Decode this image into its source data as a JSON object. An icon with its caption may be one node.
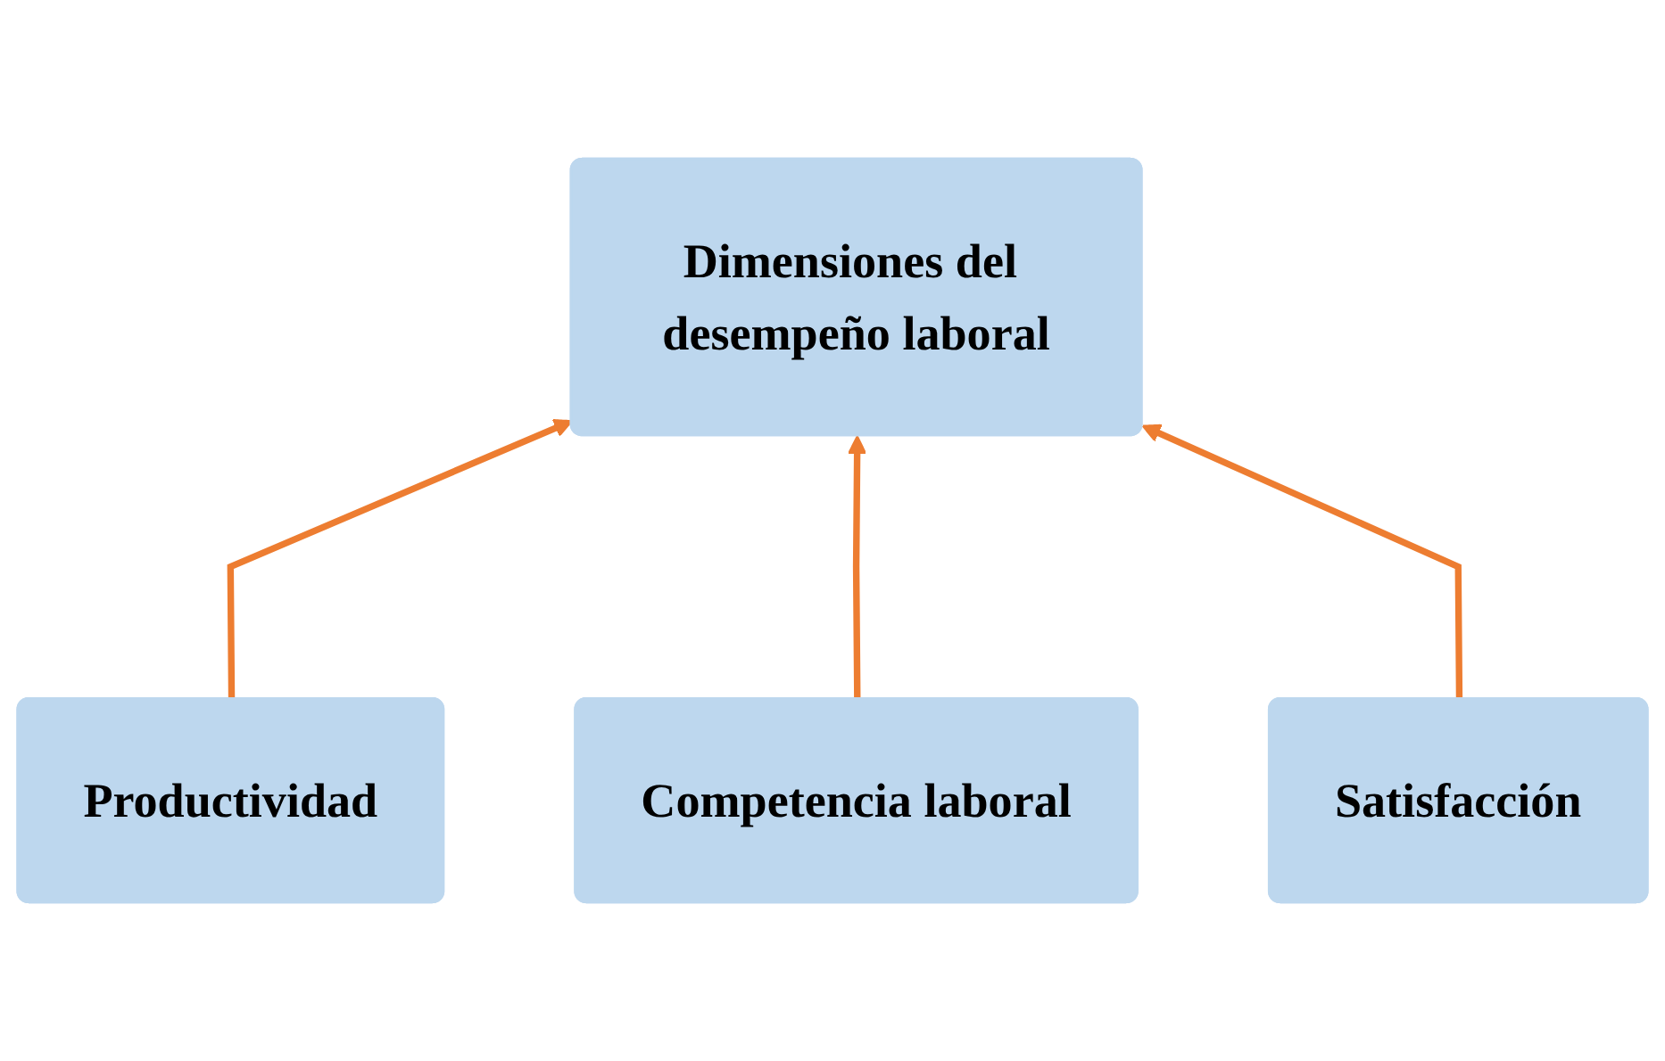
{
  "diagram": {
    "nodes": [
      {
        "text": [
          "Dimensiones del desempeño laboral"
        ]
      },
      {
        "text": [
          "Productividad"
        ]
      },
      {
        "text": [
          "Competencia laboral"
        ]
      },
      {
        "text": [
          "Satisfacción"
        ]
      }
    ],
    "edges": [
      {
        "from": 1,
        "to": 0,
        "arrow": "to"
      },
      {
        "from": 2,
        "to": 0,
        "arrow": "to"
      },
      {
        "from": 3,
        "to": 0,
        "arrow": "to"
      }
    ]
  }
}
